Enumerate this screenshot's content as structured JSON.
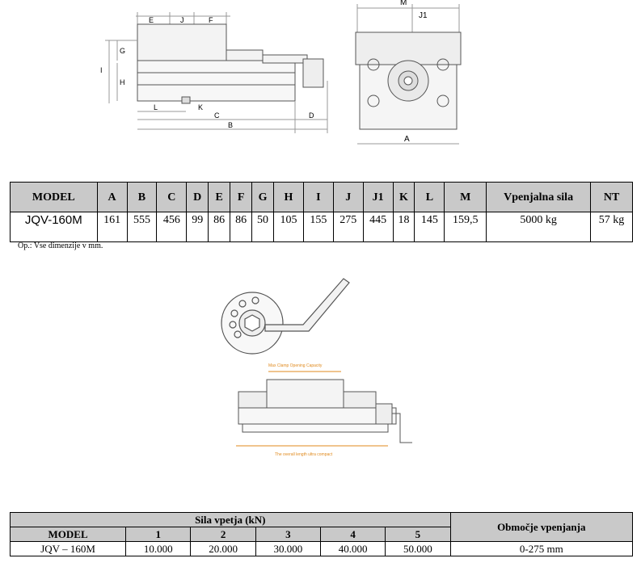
{
  "drawing_labels": {
    "side": {
      "E": "E",
      "J": "J",
      "F": "F",
      "G": "G",
      "H": "H",
      "I": "I",
      "L": "L",
      "K": "K",
      "C": "C",
      "D": "D",
      "B": "B"
    },
    "end": {
      "M": "M",
      "J1": "J1",
      "A": "A"
    },
    "top": {
      "max_clamp": "Max Clamp Opening Capacity",
      "overall": "The overall length ultra compact"
    }
  },
  "spec_table": {
    "headers": [
      "MODEL",
      "A",
      "B",
      "C",
      "D",
      "E",
      "F",
      "G",
      "H",
      "I",
      "J",
      "J1",
      "K",
      "L",
      "M",
      "Vpenjalna sila",
      "NT"
    ],
    "row": [
      "JQV-160M",
      "161",
      "555",
      "456",
      "99",
      "86",
      "86",
      "50",
      "105",
      "155",
      "275",
      "445",
      "18",
      "145",
      "159,5",
      "5000 kg",
      "57 kg"
    ]
  },
  "note": "Op.: Vse dimenzije v mm.",
  "force_table": {
    "group_header": "Sila vpetja (kN)",
    "range_header": "Območje vpenjanja",
    "model_header": "MODEL",
    "levels": [
      "1",
      "2",
      "3",
      "4",
      "5"
    ],
    "row": {
      "model": "JQV – 160M",
      "values": [
        "10.000",
        "20.000",
        "30.000",
        "40.000",
        "50.000"
      ],
      "range": "0-275 mm"
    }
  }
}
